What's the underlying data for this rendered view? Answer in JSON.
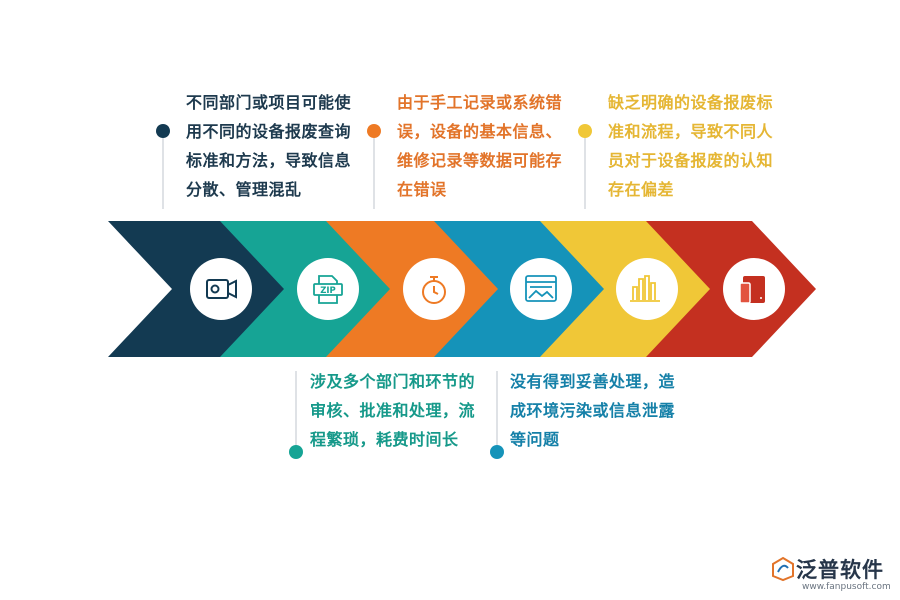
{
  "colors": {
    "navy": "#133a52",
    "teal": "#16a495",
    "orange": "#ee7a24",
    "blue": "#1593b9",
    "yellow": "#f0c737",
    "red": "#c43020"
  },
  "steps": [
    {
      "icon": "video-camera-icon",
      "color": "#133a52"
    },
    {
      "icon": "zip-file-icon",
      "color": "#16a495"
    },
    {
      "icon": "stopwatch-icon",
      "color": "#ee7a24"
    },
    {
      "icon": "web-image-icon",
      "color": "#1593b9"
    },
    {
      "icon": "bar-chart-icon",
      "color": "#f0c737"
    },
    {
      "icon": "mobile-device-icon",
      "color": "#c43020"
    }
  ],
  "notes": {
    "top_1": "不同部门或项目可能使\n用不同的设备报废查询\n标准和方法，导致信息\n分散、管理混乱",
    "top_2": "由于手工记录或系统错\n误，设备的基本信息、\n维修记录等数据可能存\n在错误",
    "top_3": "缺乏明确的设备报废标\n准和流程，导致不同人\n员对于设备报废的认知\n存在偏差",
    "bottom_1": "涉及多个部门和环节的\n审核、批准和处理，流\n程繁琐，耗费时间长",
    "bottom_2": "没有得到妥善处理，造\n成环境污染或信息泄露\n等问题"
  },
  "brand": {
    "name": "泛普软件",
    "url": "www.fanpusoft.com"
  }
}
